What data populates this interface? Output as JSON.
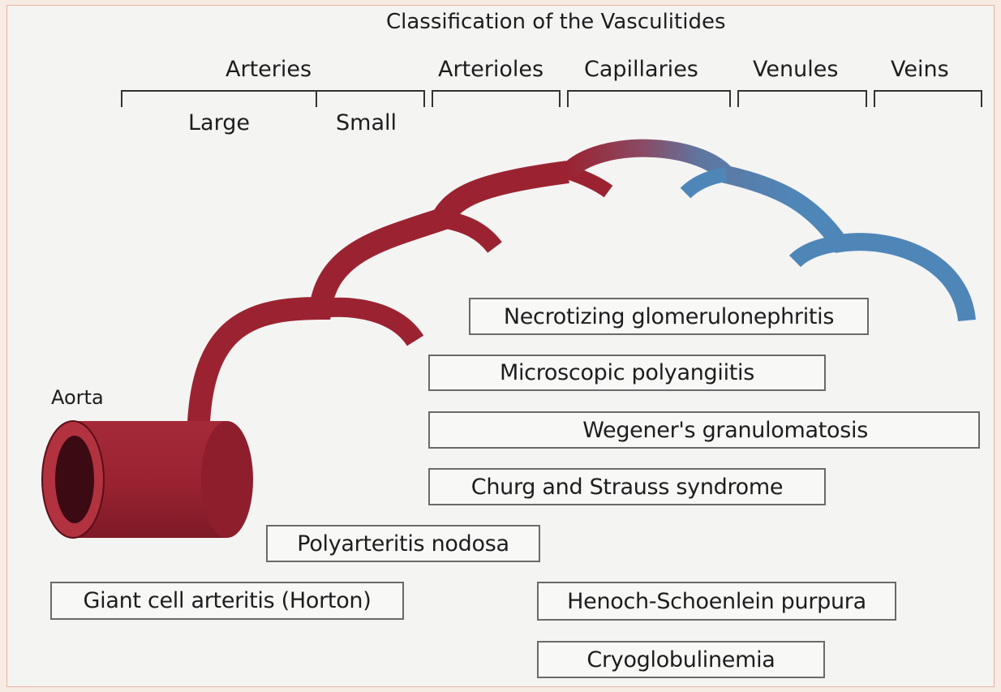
{
  "title": "Classification of the Vasculitides",
  "vessel_headers": {
    "arteries": "Arteries",
    "arterioles": "Arterioles",
    "capillaries": "Capillaries",
    "venules": "Venules",
    "veins": "Veins"
  },
  "artery_sizes": {
    "large": "Large",
    "small": "Small"
  },
  "aorta_label": "Aorta",
  "diseases": {
    "necrotizing_gn": "Necrotizing glomerulonephritis",
    "microscopic_polyangiitis": "Microscopic polyangiitis",
    "wegener": "Wegener's granulomatosis",
    "churg_strauss": "Churg and Strauss syndrome",
    "polyarteritis": "Polyarteritis nodosa",
    "giant_cell": "Giant cell arteritis (Horton)",
    "henoch": "Henoch-Schoenlein purpura",
    "cryo": "Cryoglobulinemia"
  },
  "colors": {
    "artery": "#9b2331",
    "vein": "#4f86b8",
    "border": "#6a6a6a"
  }
}
